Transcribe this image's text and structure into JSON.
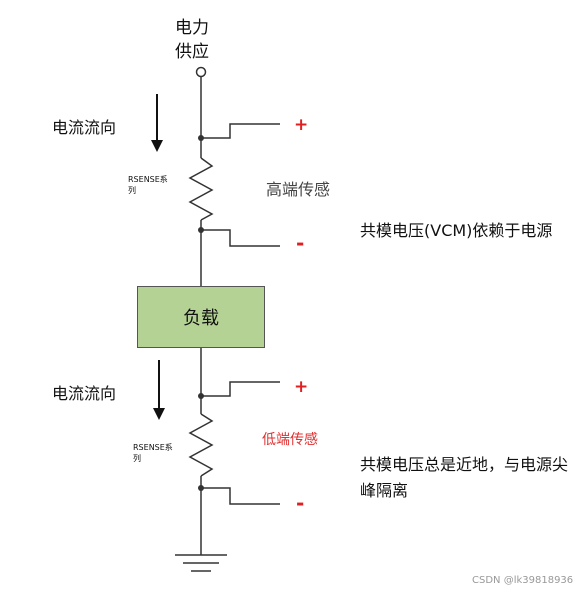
{
  "labels": {
    "power_supply": "电力供应",
    "current_direction_top": "电流流向",
    "current_direction_bottom": "电流流向",
    "rsense_top": "RSENSE系列",
    "rsense_bottom": "RSENSE系列",
    "plus_top": "+",
    "minus_top": "-",
    "plus_bottom": "+",
    "minus_bottom": "-",
    "high_side": "高端传感",
    "low_side": "低端传感",
    "load": "负载",
    "common_mode_high": "共模电压(VCM)依赖于电源",
    "common_mode_low": "共模电压总是近地，与电源尖峰隔离",
    "watermark": "CSDN @lk39818936"
  },
  "colors": {
    "wire": "#333333",
    "load_fill": "#b5d295",
    "sign_red": "#e02020",
    "low_side_label": "#e03030"
  }
}
